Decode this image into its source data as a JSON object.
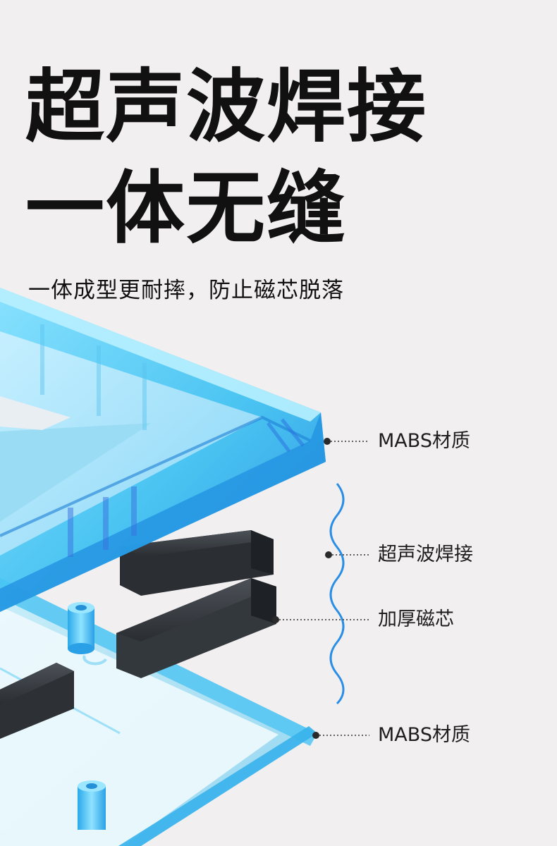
{
  "headline": {
    "line1": "超声波焊接",
    "line2": "一体无缝"
  },
  "subtitle": "一体成型更耐摔，防止磁芯脱落",
  "callouts": [
    {
      "label": "MABS材质"
    },
    {
      "label": "超声波焊接"
    },
    {
      "label": "加厚磁芯"
    },
    {
      "label": "MABS材质"
    }
  ],
  "colors": {
    "background": "#f1eff0",
    "frame_blue": "#29b6f0",
    "magnet_dark": "#2f3338",
    "wave_blue": "#2a8ee6",
    "text": "#111111"
  }
}
